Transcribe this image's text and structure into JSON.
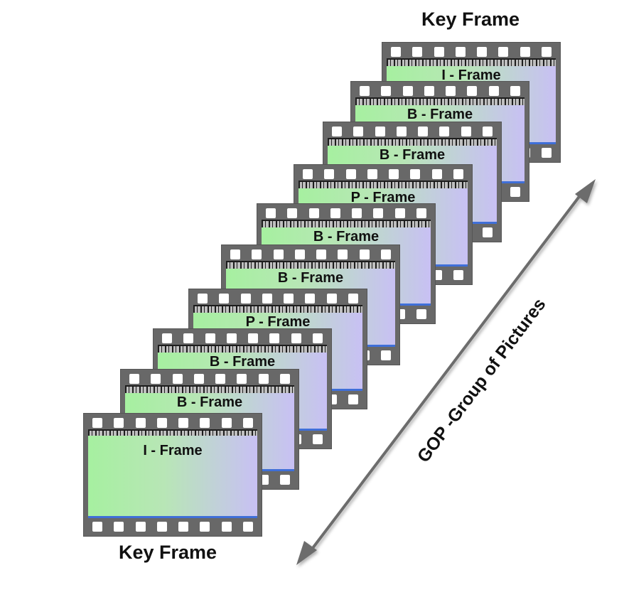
{
  "key_frame_top": "Key Frame",
  "key_frame_bottom": "Key Frame",
  "gop_label": "GOP -Group of Pictures",
  "frames": [
    {
      "label": "I - Frame"
    },
    {
      "label": "B - Frame"
    },
    {
      "label": "B - Frame"
    },
    {
      "label": "P - Frame"
    },
    {
      "label": "B - Frame"
    },
    {
      "label": "B - Frame"
    },
    {
      "label": "P - Frame"
    },
    {
      "label": "B - Frame"
    },
    {
      "label": "B - Frame"
    },
    {
      "label": "I - Frame"
    }
  ]
}
